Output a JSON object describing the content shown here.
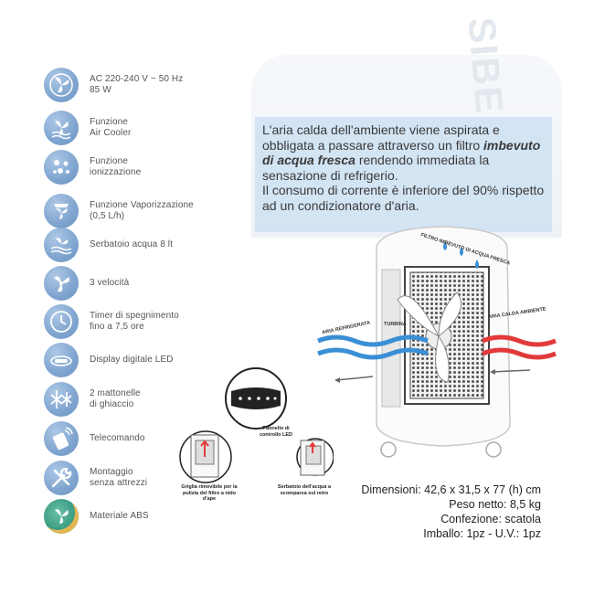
{
  "features": [
    {
      "icon": "fan-icon",
      "text": "AC 220-240 V ~ 50 Hz\n85 W"
    },
    {
      "icon": "air-cooler-icon",
      "text": "Funzione\nAir Cooler"
    },
    {
      "icon": "ionizer-icon",
      "text": "Funzione\nionizzazione"
    },
    {
      "icon": "vaporizer-icon",
      "text": "Funzione Vaporizzazione\n(0,5 L/h)"
    },
    {
      "icon": "water-tank-icon",
      "text": "Serbatoio acqua 8 lt"
    },
    {
      "icon": "speed-fan-icon",
      "text": "3 velocità"
    },
    {
      "icon": "timer-clock-icon",
      "text": "Timer di spegnimento\nfino a 7,5 ore"
    },
    {
      "icon": "led-display-icon",
      "text": "Display digitale LED"
    },
    {
      "icon": "ice-pack-icon",
      "text": "2 mattonelle\ndi ghiaccio"
    },
    {
      "icon": "remote-control-icon",
      "text": "Telecomando"
    },
    {
      "icon": "tools-icon",
      "text": "Montaggio\nsenza attrezzi"
    },
    {
      "icon": "abs-material-icon",
      "text": "Materiale ABS"
    }
  ],
  "description": {
    "part1": "L'aria calda dell'ambiente viene aspirata e obbligata a passare attraverso un filtro ",
    "highlight": "imbevuto di acqua fresca",
    "part2": " rendendo immediata la sensazione di refrigerio.",
    "part3": "Il consumo di corrente è inferiore del 90% rispetto ad un condizionatore d'aria."
  },
  "watermark": "SIBE",
  "diagram": {
    "filter_label": "FILTRO IMBEVUTO DI ACQUA FRESCA",
    "cold_air_label": "ARIA REFRIGERATA",
    "turbine_label": "TURBINA",
    "hot_air_label": "ARIA CALDA AMBIENTE",
    "led_panel_label": "Pannello di controllo LED",
    "filter_removable_label": "Griglia rimovibile per la pulizia del filtro a nido d'ape",
    "tank_label": "Serbatoio dell'acqua a scomparsa sul retro"
  },
  "specs": {
    "dimensions": "Dimensioni: 42,6 x 31,5 x 77 (h) cm",
    "weight": "Peso netto: 8,5 kg",
    "packaging": "Confezione: scatola",
    "packing": "Imballo: 1pz - U.V.: 1pz"
  },
  "colors": {
    "icon_blue": "#7ea4cf",
    "cold_blue": "#3a8fd6",
    "hot_red": "#e23a3a",
    "desc_bg": "#cee0f2"
  }
}
